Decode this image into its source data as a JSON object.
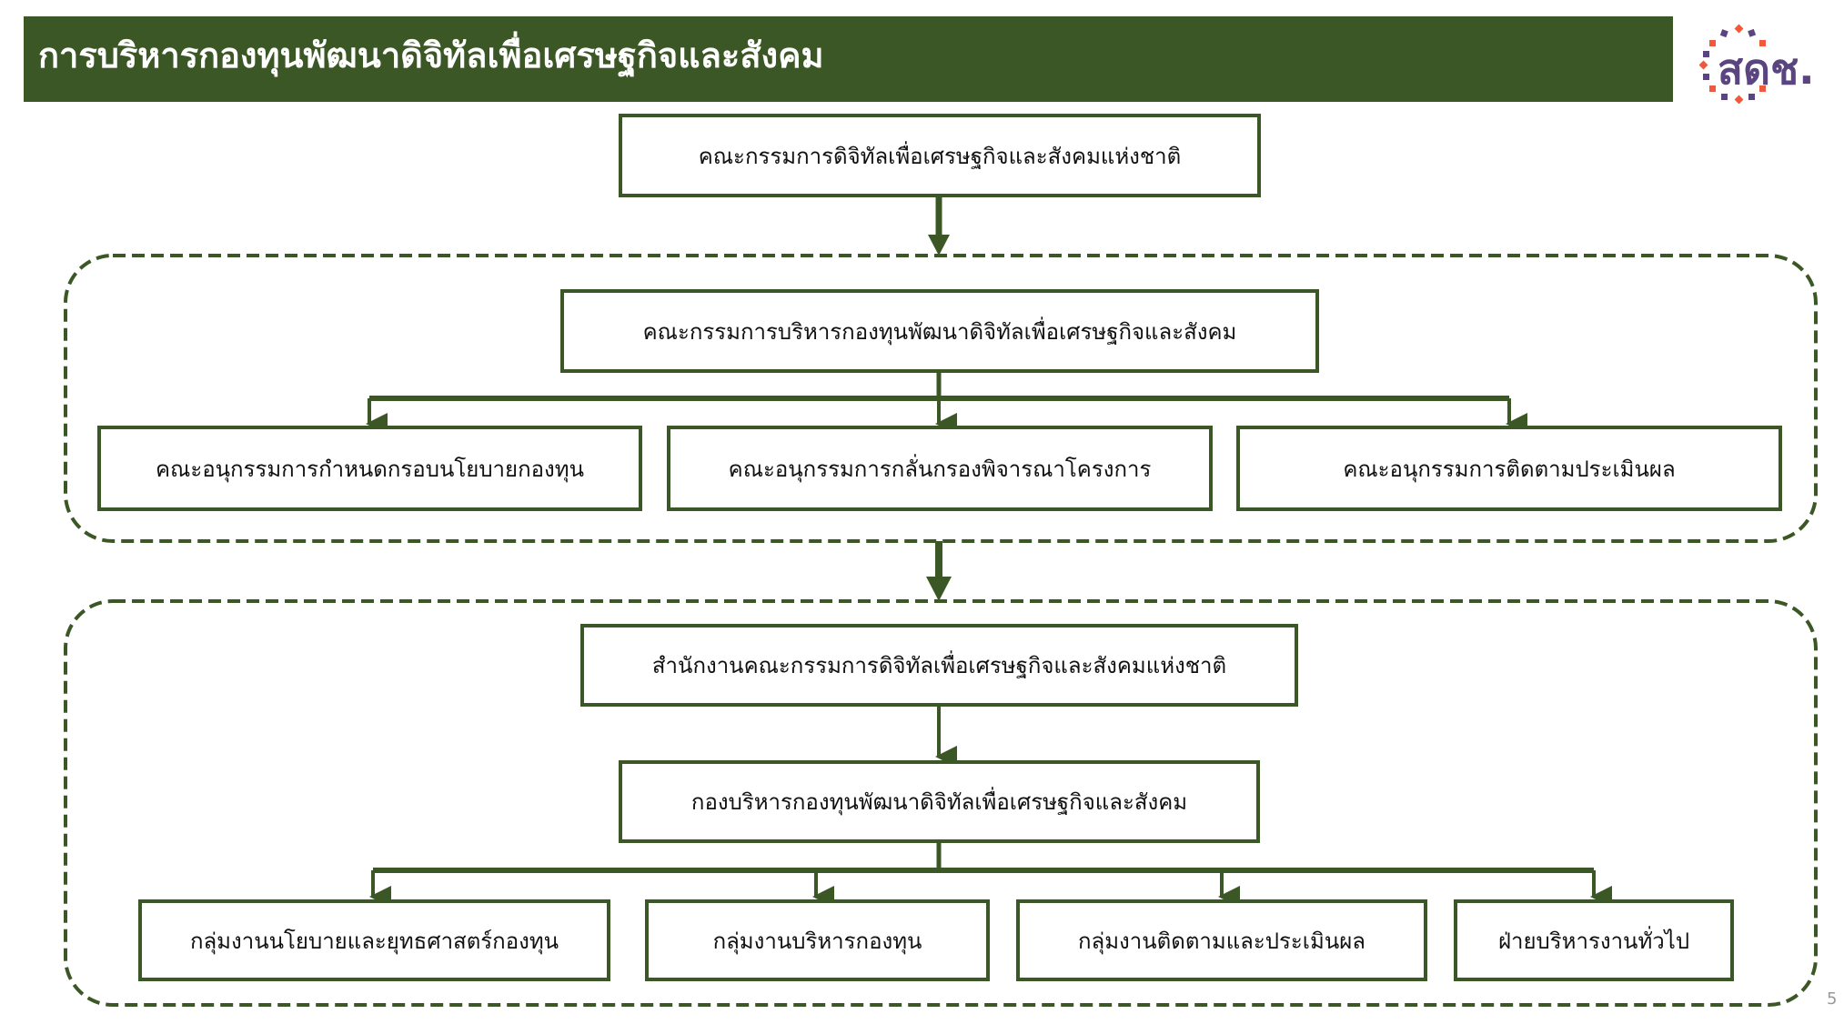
{
  "header": {
    "title": "การบริหารกองทุนพัฒนาดิจิทัลเพื่อเศรษฐกิจและสังคม"
  },
  "logo": {
    "text": "สดช."
  },
  "chart": {
    "top": "คณะกรรมการดิจิทัลเพื่อเศรษฐกิจและสังคมแห่งชาติ",
    "group1": {
      "main": "คณะกรรมการบริหารกองทุนพัฒนาดิจิทัลเพื่อเศรษฐกิจและสังคม",
      "subs": [
        "คณะอนุกรรมการกำหนดกรอบนโยบายกองทุน",
        "คณะอนุกรรมการกลั่นกรองพิจารณาโครงการ",
        "คณะอนุกรรมการติดตามประเมินผล"
      ]
    },
    "group2": {
      "office": "สำนักงานคณะกรรมการดิจิทัลเพื่อเศรษฐกิจและสังคมแห่งชาติ",
      "division": "กองบริหารกองทุนพัฒนาดิจิทัลเพื่อเศรษฐกิจและสังคม",
      "units": [
        "กลุ่มงานนโยบายและยุทธศาสตร์กองทุน",
        "กลุ่มงานบริหารกองทุน",
        "กลุ่มงานติดตามและประเมินผล",
        "ฝ่ายบริหารงานทั่วไป"
      ]
    }
  },
  "page_number": "5",
  "colors": {
    "primary": "#3b5726",
    "logo_purple": "#5a4580",
    "logo_orange": "#ef5a3c"
  }
}
